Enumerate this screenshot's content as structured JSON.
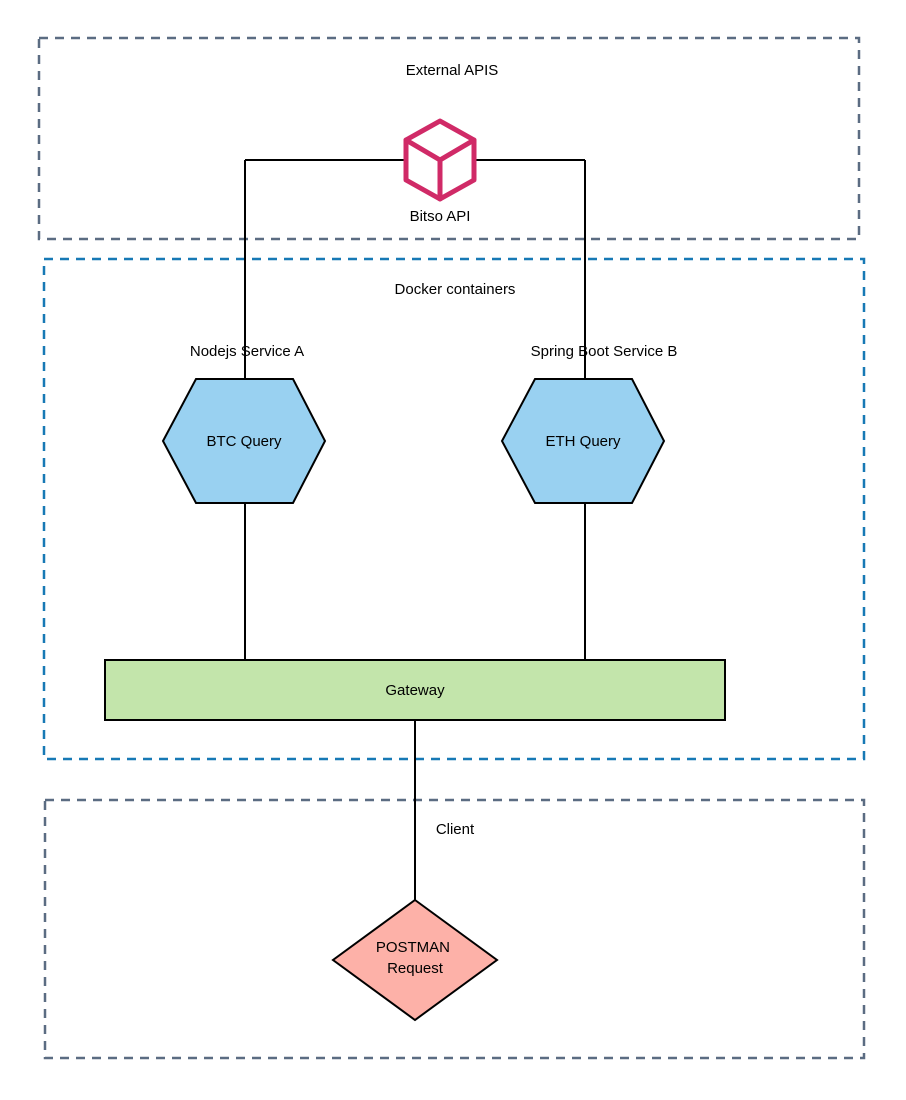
{
  "colors": {
    "frame_slate": "#5b6c82",
    "frame_blue": "#1779b5",
    "label_slate": "#5b6c82",
    "label_blue": "#1a82c8",
    "hexagon_blue_fill": "#99d1f1",
    "gateway_green_fill": "#c3e5ab",
    "postman_salmon_fill": "#fdb1a8",
    "cube_pink": "#d02a67",
    "edge_black": "#000000"
  },
  "containers": {
    "external_apis": {
      "label": "External APIS"
    },
    "docker": {
      "label": "Docker containers"
    },
    "client": {
      "label": "Client"
    }
  },
  "nodes": {
    "bitso_api": {
      "label": "Bitso API",
      "icon": "cube-icon"
    },
    "service_a": {
      "title": "Nodejs Service A",
      "label": "BTC Query"
    },
    "service_b": {
      "title": "Spring Boot Service B",
      "label": "ETH Query"
    },
    "gateway": {
      "label": "Gateway"
    },
    "postman": {
      "line1": "POSTMAN",
      "line2": "Request"
    }
  },
  "edges": [
    {
      "from": "Bitso API",
      "to": "BTC Query"
    },
    {
      "from": "Bitso API",
      "to": "ETH Query"
    },
    {
      "from": "BTC Query",
      "to": "Gateway"
    },
    {
      "from": "ETH Query",
      "to": "Gateway"
    },
    {
      "from": "Gateway",
      "to": "POSTMAN Request"
    }
  ]
}
